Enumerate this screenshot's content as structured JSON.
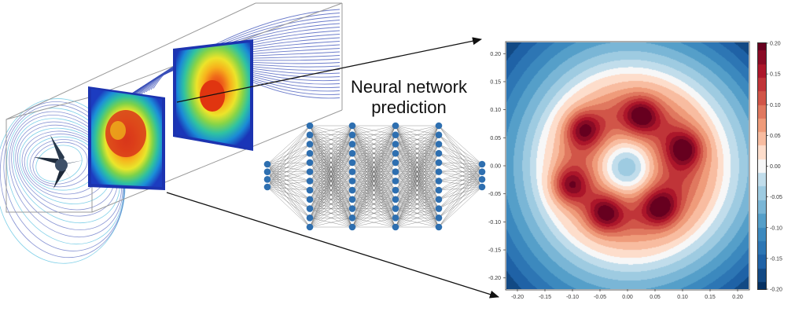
{
  "caption": {
    "line1": "Neural network",
    "line2": "prediction"
  },
  "network": {
    "layer_sizes": [
      4,
      12,
      12,
      12,
      12,
      4
    ],
    "node_color": "#2e6fb0",
    "edge_color": "#5a5a5a"
  },
  "colors": {
    "arrow": "#111111",
    "streamline": "#3a4fb8",
    "impeller": "#1e2a3a"
  },
  "chart_data": {
    "type": "heatmap",
    "colormap": "RdBu_r (diverging red–blue)",
    "xlim": [
      -0.22,
      0.22
    ],
    "ylim": [
      -0.22,
      0.22
    ],
    "x_ticks": [
      "-0.20",
      "-0.15",
      "-0.10",
      "-0.05",
      "0.00",
      "0.05",
      "0.10",
      "0.15",
      "0.20"
    ],
    "y_ticks": [
      "0.20",
      "0.15",
      "0.10",
      "0.05",
      "0.00",
      "-0.05",
      "-0.10",
      "-0.15",
      "-0.20"
    ],
    "colorbar_ticks": [
      "0.20",
      "0.15",
      "0.10",
      "0.05",
      "0.00",
      "-0.05",
      "-0.10",
      "-0.15",
      "-0.20"
    ],
    "colorbar_range": [
      -0.2,
      0.2
    ],
    "ring_radius": 0.09,
    "lobe_peaks": [
      {
        "x": 0.025,
        "y": 0.09
      },
      {
        "x": 0.105,
        "y": 0.03
      },
      {
        "x": 0.06,
        "y": -0.075
      },
      {
        "x": -0.04,
        "y": -0.085
      },
      {
        "x": -0.105,
        "y": -0.035
      },
      {
        "x": -0.08,
        "y": 0.065
      }
    ],
    "center_minimum": {
      "x": 0.0,
      "y": -0.005,
      "value": -0.03
    }
  }
}
